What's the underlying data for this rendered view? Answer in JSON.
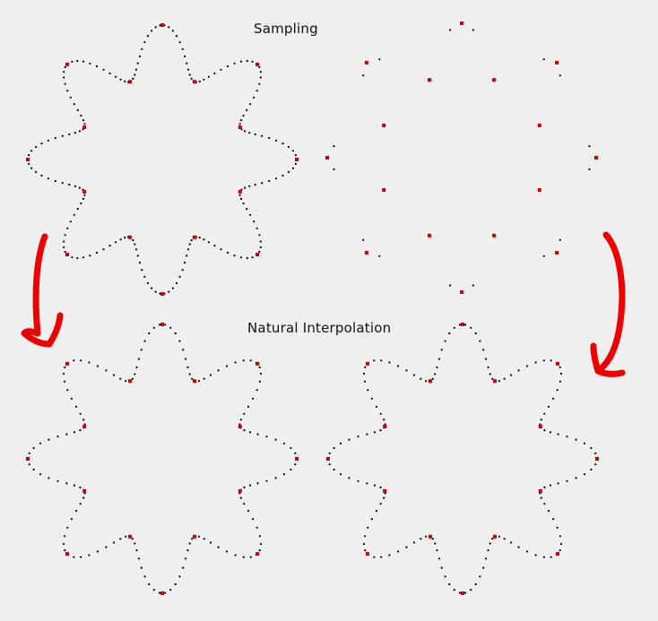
{
  "labels": {
    "sampling": "Sampling",
    "interpolation": "Natural Interpolation"
  },
  "colors": {
    "background": "#efefef",
    "curve_dot": "#000000",
    "sample_point": "#cc0000",
    "arrow": "#ee0000"
  },
  "panels": [
    {
      "id": "top-left",
      "content": "dense-curve-with-samples"
    },
    {
      "id": "top-right",
      "content": "sparse-samples"
    },
    {
      "id": "bottom-left",
      "content": "interpolated-curve-with-samples"
    },
    {
      "id": "bottom-right",
      "content": "interpolated-curve-with-samples"
    }
  ],
  "arrows": [
    {
      "id": "left-arrow",
      "direction": "down"
    },
    {
      "id": "right-arrow",
      "direction": "down"
    }
  ]
}
